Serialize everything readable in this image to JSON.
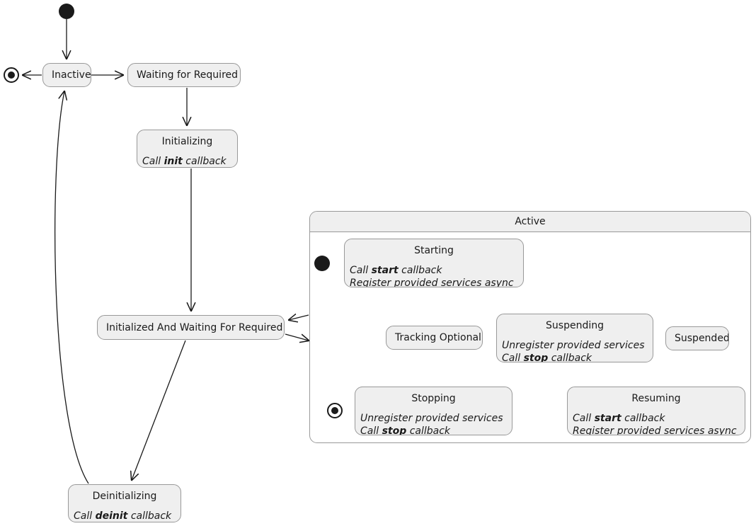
{
  "diagram": {
    "type": "uml-state-machine",
    "title": "",
    "colors": {
      "node_fill": "#EFEFEF",
      "node_border": "#999999",
      "composite_fill": "#FFFFFF",
      "edge": "#1a1a1a",
      "text": "#1a1a1a",
      "background": "#FFFFFF"
    }
  },
  "states": {
    "inactive": {
      "title": "Inactive"
    },
    "waiting_for_required": {
      "title": "Waiting for Required"
    },
    "initializing": {
      "title": "Initializing",
      "lines": [
        {
          "pre": "Call ",
          "strong": "init",
          "post": " callback"
        }
      ]
    },
    "initialized_and_waiting": {
      "title": "Initialized And Waiting For Required"
    },
    "deinitializing": {
      "title": "Deinitializing",
      "lines": [
        {
          "pre": "Call ",
          "strong": "deinit",
          "post": " callback"
        }
      ]
    },
    "active": {
      "title": "Active"
    },
    "starting": {
      "title": "Starting",
      "lines": [
        {
          "pre": "Call ",
          "strong": "start",
          "post": " callback"
        },
        {
          "pre": "Register provided services async",
          "strong": "",
          "post": ""
        }
      ]
    },
    "tracking_optional": {
      "title": "Tracking Optional"
    },
    "suspending": {
      "title": "Suspending",
      "lines": [
        {
          "pre": "Unregister provided services",
          "strong": "",
          "post": ""
        },
        {
          "pre": "Call ",
          "strong": "stop",
          "post": " callback"
        }
      ]
    },
    "suspended": {
      "title": "Suspended"
    },
    "resuming": {
      "title": "Resuming",
      "lines": [
        {
          "pre": "Call ",
          "strong": "start",
          "post": " callback"
        },
        {
          "pre": "Register provided services async",
          "strong": "",
          "post": ""
        }
      ]
    },
    "stopping": {
      "title": "Stopping",
      "lines": [
        {
          "pre": "Unregister provided services",
          "strong": "",
          "post": ""
        },
        {
          "pre": "Call ",
          "strong": "stop",
          "post": " callback"
        }
      ]
    }
  },
  "pseudo_states": [
    {
      "name": "initial-state-top",
      "kind": "initial"
    },
    {
      "name": "final-state-left",
      "kind": "final"
    },
    {
      "name": "initial-state-active",
      "kind": "initial"
    },
    {
      "name": "final-state-stopping",
      "kind": "final"
    }
  ],
  "transitions": [
    {
      "from": "initial-state-top",
      "to": "inactive",
      "label": ""
    },
    {
      "from": "inactive",
      "to": "final-state-left",
      "label": ""
    },
    {
      "from": "inactive",
      "to": "waiting_for_required",
      "label": ""
    },
    {
      "from": "waiting_for_required",
      "to": "initializing",
      "label": ""
    },
    {
      "from": "initializing",
      "to": "initialized_and_waiting",
      "label": ""
    },
    {
      "from": "initialized_and_waiting",
      "to": "deinitializing",
      "label": ""
    },
    {
      "from": "initialized_and_waiting",
      "to": "active",
      "label": ""
    },
    {
      "from": "active",
      "to": "initialized_and_waiting",
      "label": ""
    },
    {
      "from": "deinitializing",
      "to": "inactive",
      "label": ""
    },
    {
      "from": "initial-state-active",
      "to": "starting",
      "label": ""
    },
    {
      "from": "starting",
      "to": "tracking_optional",
      "label": ""
    },
    {
      "from": "tracking_optional",
      "to": "suspending",
      "label": ""
    },
    {
      "from": "suspending",
      "to": "suspended",
      "label": ""
    },
    {
      "from": "suspended",
      "to": "resuming",
      "label": ""
    },
    {
      "from": "resuming",
      "to": "tracking_optional",
      "label": ""
    },
    {
      "from": "tracking_optional",
      "to": "stopping",
      "label": ""
    },
    {
      "from": "stopping",
      "to": "final-state-stopping",
      "label": ""
    }
  ]
}
